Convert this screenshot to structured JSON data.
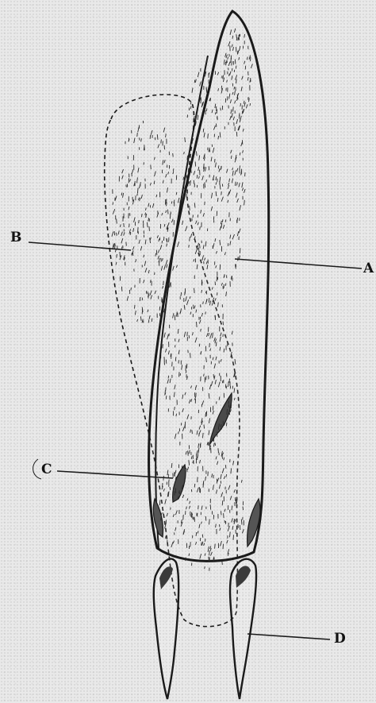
{
  "figure": {
    "labels": {
      "a": "A",
      "b": "B",
      "c": "C",
      "d": "D"
    },
    "colors": {
      "ink": "#1a1a1a",
      "paper": "#e9e9e9",
      "shade": "#5a5a5a"
    }
  }
}
